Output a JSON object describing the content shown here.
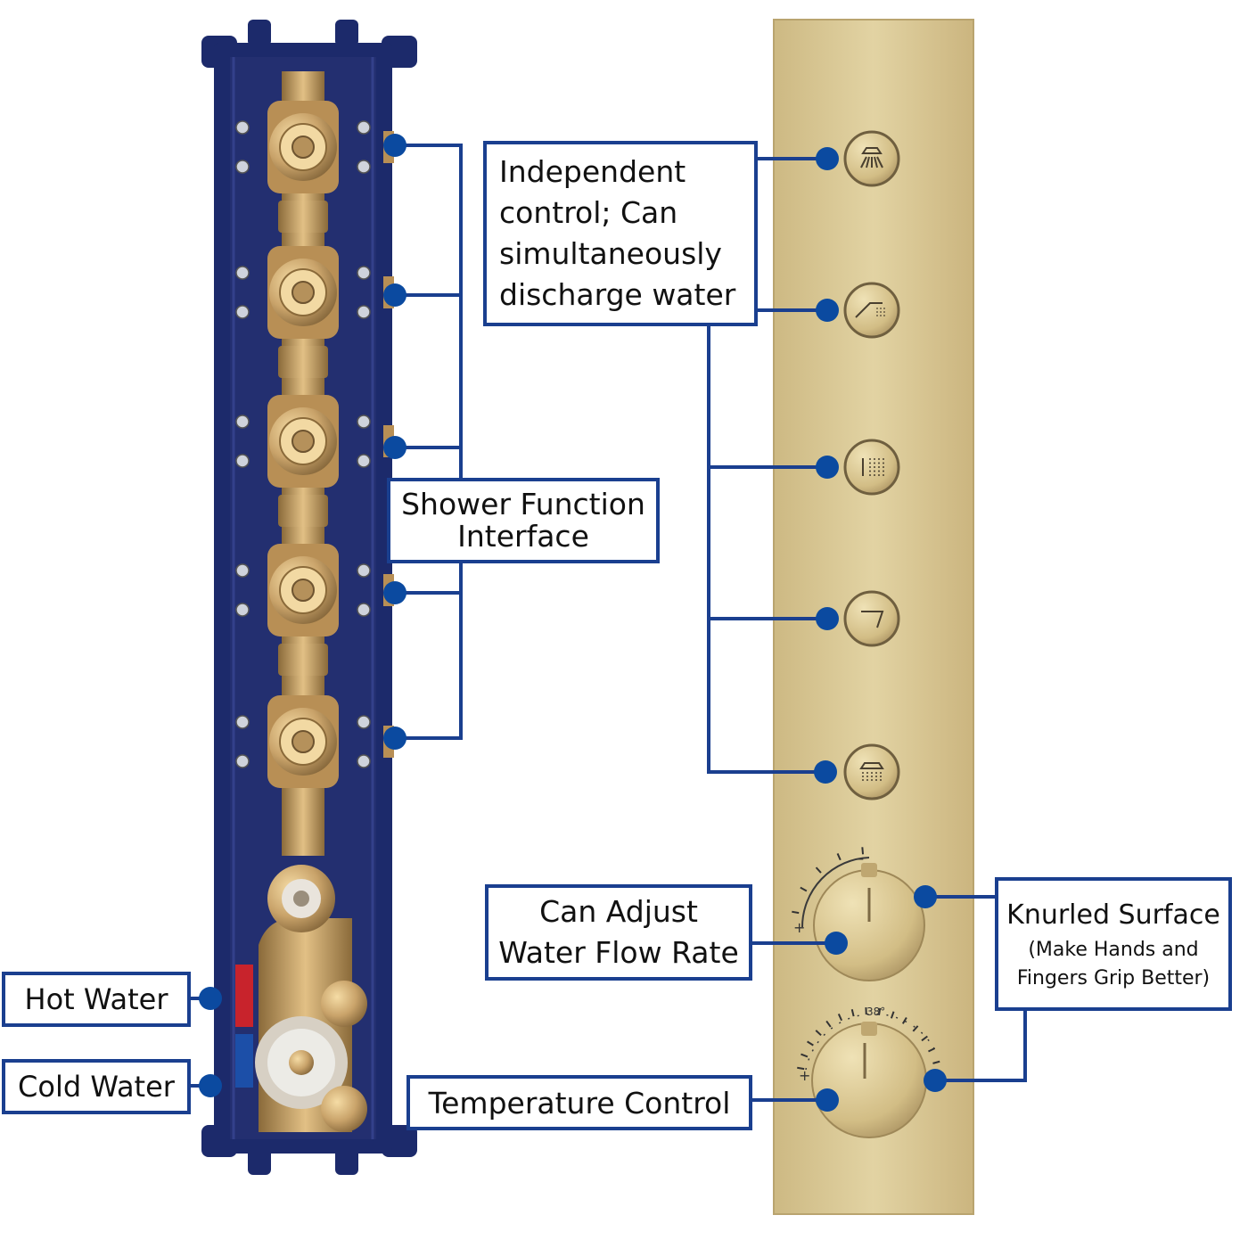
{
  "colors": {
    "accent": "#1a3f8f",
    "dot": "#0b4aa0",
    "valve_box": "#1c2a6b",
    "brass": "#c9a36a",
    "panel_gold": "#d6c48f"
  },
  "labels": {
    "independent": {
      "lines": [
        "Independent",
        "control; Can",
        "simultaneously",
        "discharge water"
      ]
    },
    "shower_function": {
      "lines": [
        "Shower Function",
        "Interface"
      ]
    },
    "flow_rate": {
      "lines": [
        "Can Adjust",
        "Water Flow Rate"
      ]
    },
    "knurled": {
      "title": "Knurled Surface",
      "lines": [
        "(Make Hands and",
        "Fingers Grip Better)"
      ]
    },
    "hot_water": "Hot Water",
    "cold_water": "Cold Water",
    "temperature": "Temperature Control"
  },
  "dial": {
    "temperature_mark": "38°",
    "plus_symbol": "+",
    "minus_symbol": "–"
  },
  "panel_buttons": [
    {
      "icon": "rain-shower-head-icon"
    },
    {
      "icon": "hand-shower-icon"
    },
    {
      "icon": "body-jet-icon"
    },
    {
      "icon": "tub-spout-icon"
    },
    {
      "icon": "square-rain-head-icon"
    }
  ]
}
